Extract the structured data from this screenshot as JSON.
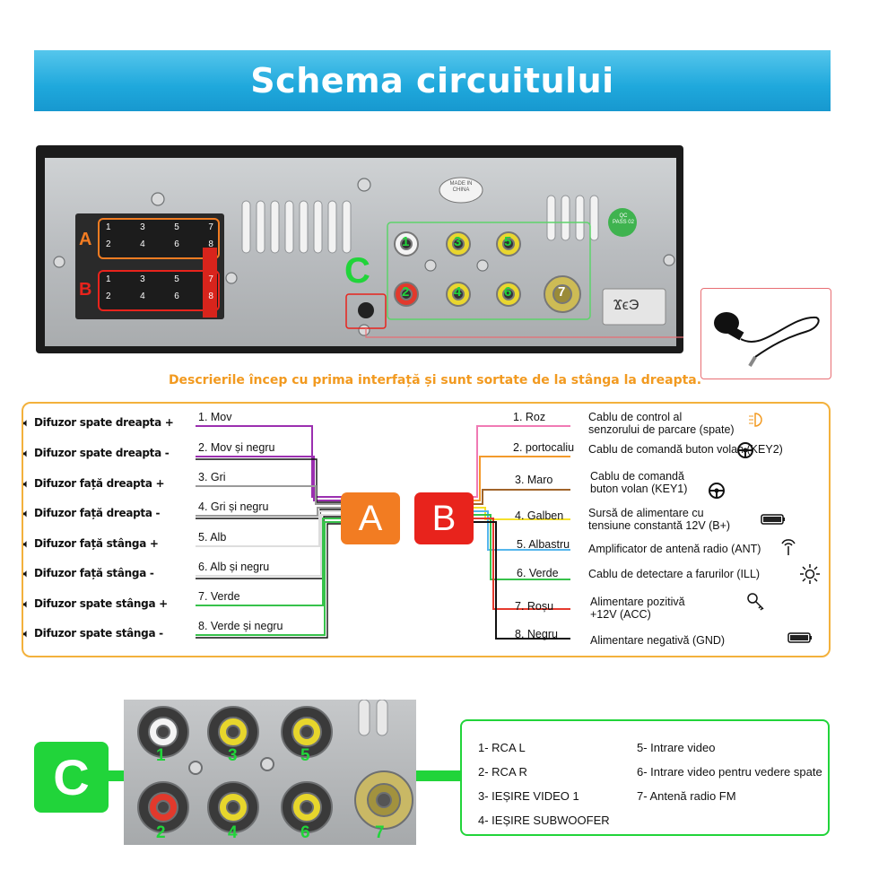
{
  "title": "Schema circuitului",
  "note": "Descrierile încep cu prima interfață și sunt sortate de la stânga la dreapta.",
  "unit": {
    "conn_a": "A",
    "conn_b": "B",
    "conn_c": "C",
    "pins_row1": [
      "1",
      "3",
      "5",
      "7"
    ],
    "pins_row2": [
      "2",
      "4",
      "6",
      "8"
    ],
    "rca_labels": [
      "1",
      "3",
      "5",
      "2",
      "4",
      "6",
      "7"
    ],
    "stamp_text": "MADE IN CHINA",
    "qc_text": "QC PASS 02",
    "ce_mark": "ϪϵЭ"
  },
  "connectors": {
    "a": "A",
    "b": "B"
  },
  "left_rows": [
    {
      "speaker": "Difuzor spate dreapta +",
      "wire": "1. Mov",
      "color": "#9b2fb0"
    },
    {
      "speaker": "Difuzor spate dreapta -",
      "wire": "2. Mov și negru",
      "color": "#9b2fb0"
    },
    {
      "speaker": "Difuzor față dreapta +",
      "wire": "3. Gri",
      "color": "#9a9a9a"
    },
    {
      "speaker": "Difuzor față dreapta -",
      "wire": "4. Gri și negru",
      "color": "#9a9a9a"
    },
    {
      "speaker": "Difuzor față stânga +",
      "wire": "5. Alb",
      "color": "#dddddd"
    },
    {
      "speaker": "Difuzor față stânga -",
      "wire": "6. Alb și negru",
      "color": "#dddddd"
    },
    {
      "speaker": "Difuzor spate stânga +",
      "wire": "7. Verde",
      "color": "#37c24b"
    },
    {
      "speaker": "Difuzor spate stânga -",
      "wire": "8. Verde și negru",
      "color": "#37c24b"
    }
  ],
  "right_rows": [
    {
      "wire": "1. Roz",
      "desc1": "Cablu de control al",
      "desc2": "senzorului de parcare (spate)",
      "color": "#f07ab4"
    },
    {
      "wire": "2. portocaliu",
      "desc1": "Cablu de comandă buton volan (KEY2)",
      "desc2": "",
      "color": "#f39a2c"
    },
    {
      "wire": "3. Maro",
      "desc1": "Cablu de comandă",
      "desc2": "buton volan (KEY1)",
      "color": "#a0642a"
    },
    {
      "wire": "4. Galben",
      "desc1": "Sursă de alimentare cu",
      "desc2": "tensiune constantă 12V (B+)",
      "color": "#f5e02c"
    },
    {
      "wire": "5. Albastru",
      "desc1": "Amplificator de antenă radio (ANT)",
      "desc2": "",
      "color": "#55b6ec"
    },
    {
      "wire": "6. Verde",
      "desc1": "Cablu de detectare a farurilor (ILL)",
      "desc2": "",
      "color": "#37c24b"
    },
    {
      "wire": "7. Roșu",
      "desc1": "Alimentare pozitivă",
      "desc2": "+12V (ACC)",
      "color": "#e63a2e"
    },
    {
      "wire": "8. Negru",
      "desc1": "Alimentare negativă (GND)",
      "desc2": "",
      "color": "#111111"
    }
  ],
  "section_c": {
    "letter": "C",
    "photo_labels": [
      "1",
      "3",
      "5",
      "2",
      "4",
      "6",
      "7"
    ],
    "legend": [
      "1-  RCA L",
      "2-  RCA R",
      "3-  IEȘIRE VIDEO 1",
      "4-  IEȘIRE SUBWOOFER",
      "5- Intrare video",
      "6- Intrare video pentru vedere spate",
      "7- Antenă radio FM"
    ]
  },
  "colors": {
    "banner": "#1fa8dc",
    "orange": "#f27c22",
    "red": "#e8231c",
    "green": "#21d43a",
    "panel_border": "#f3b13c"
  }
}
